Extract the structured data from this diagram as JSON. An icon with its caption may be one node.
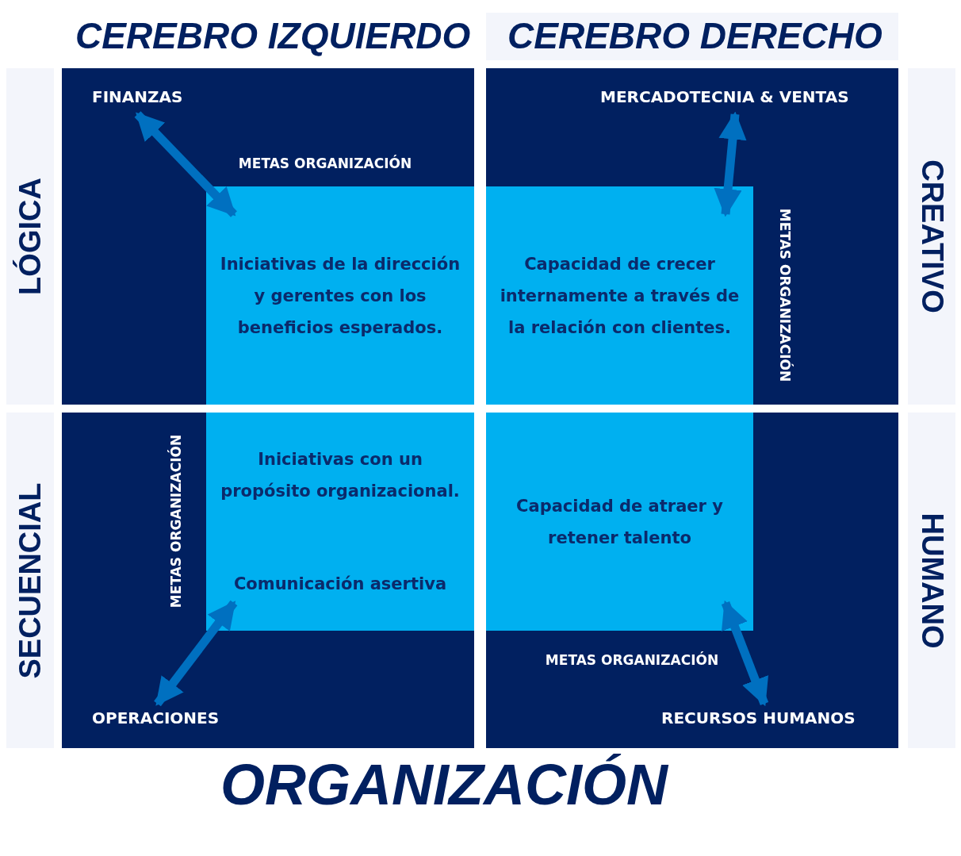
{
  "diagram": {
    "caption": "ORGANIZACIÓN",
    "nodes": [
      {
        "text": [
          "METAS ORGANIZACIÓN"
        ]
      },
      {
        "text": [
          "FINANZAS"
        ],
        "in": 0
      },
      {
        "text": [
          "Iniciativas de la dirección y gerentes con los beneficios esperados."
        ],
        "in": 0
      },
      {
        "text": [
          "METAS ORGANIZACIÓN"
        ]
      },
      {
        "text": [
          "MERCADOTECNIA & VENTAS"
        ],
        "in": 3
      },
      {
        "text": [
          "Capacidad de crecer internamente a través de la relación con clientes."
        ],
        "in": 3
      },
      {
        "text": [
          "METAS ORGANIZACIÓN"
        ]
      },
      {
        "text": [
          "Iniciativas con un propósito organizacional.",
          "Comunicación asertiva"
        ],
        "in": 6
      },
      {
        "text": [
          "OPERACIONES"
        ],
        "in": 6
      },
      {
        "text": [
          "METAS ORGANIZACIÓN"
        ]
      },
      {
        "text": [
          "Capacidad de atraer y retener talento"
        ],
        "in": 9
      },
      {
        "text": [
          "RECURSOS HUMANOS"
        ],
        "in": 9
      },
      {
        "text": [
          "LÓGICA"
        ]
      },
      {
        "text": [
          "CREATIVO"
        ]
      },
      {
        "text": [
          "SECUENCIAL"
        ]
      },
      {
        "text": [
          "HUMANO"
        ]
      }
    ],
    "edges": [
      {
        "from": 1,
        "to": 2,
        "arrow": "both"
      },
      {
        "from": 4,
        "to": 5,
        "arrow": "both"
      },
      {
        "from": 7,
        "to": 8,
        "arrow": "both"
      },
      {
        "from": 10,
        "to": 11,
        "arrow": "both"
      }
    ],
    "labels": [
      "CEREBRO IZQUIERDO",
      "CEREBRO DERECHO"
    ]
  }
}
